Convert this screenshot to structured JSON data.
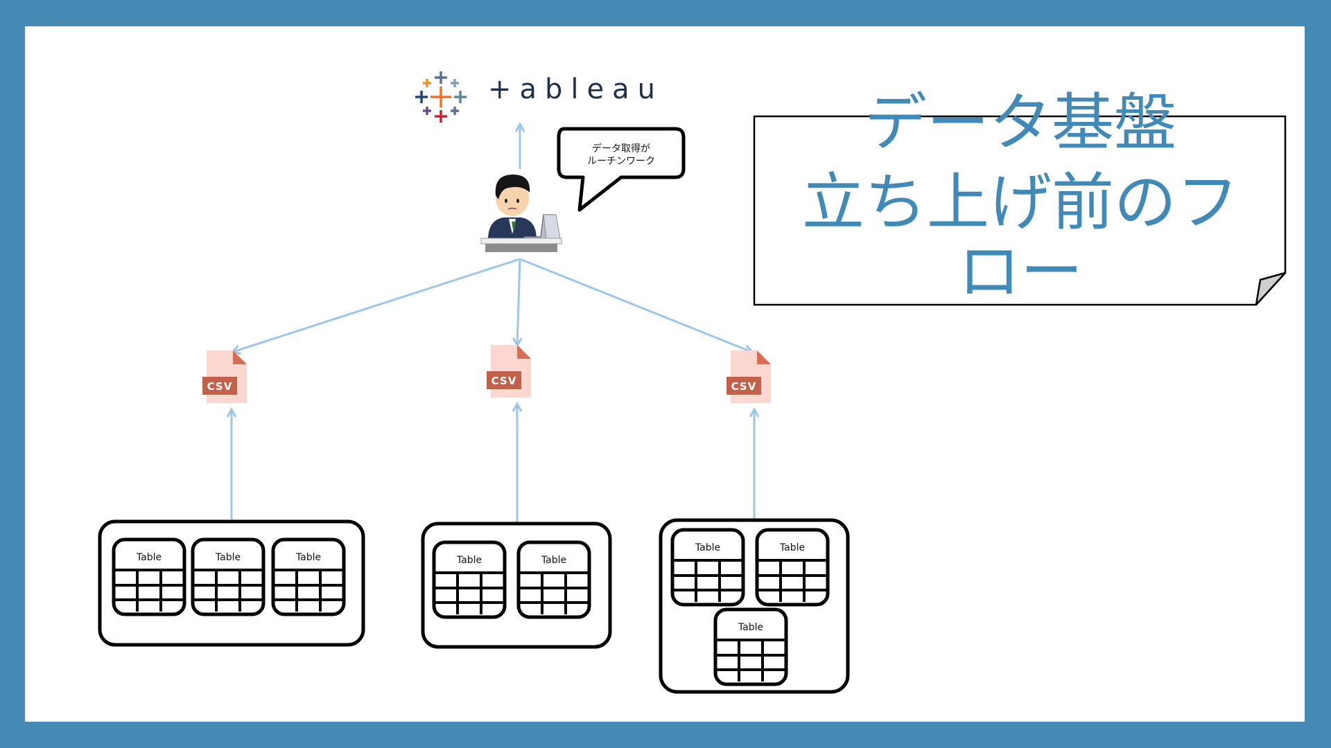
{
  "logo": {
    "word": "+ableau",
    "cross_colors": [
      "#e8762b",
      "#5a6e9c",
      "#c72037",
      "#1f457e",
      "#59879b",
      "#eb912b",
      "#7c9fb0",
      "#6b4d8c"
    ]
  },
  "speech_bubble": {
    "line1": "データ取得が",
    "line2": "ルーチンワーク"
  },
  "title": {
    "line1": "データ基盤",
    "line2": "立ち上げ前のフ",
    "line3": "ロー"
  },
  "csv_label": "CSV",
  "table_label": "Table",
  "colors": {
    "background": "#4589b5",
    "arrow": "#9cc6ea",
    "title": "#4189b6",
    "csv_badge": "#c2604a",
    "csv_paper": "#fbd7cf"
  }
}
